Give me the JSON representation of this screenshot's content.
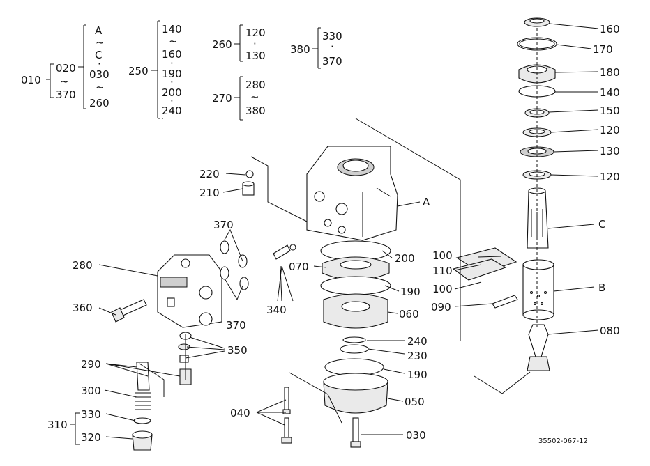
{
  "key": {
    "k010": {
      "code": "010",
      "members": [
        "020",
        "~",
        "370"
      ]
    },
    "k020": {
      "members": [
        "A",
        "~",
        "C",
        "·",
        "030",
        "~",
        "260"
      ]
    },
    "k250": {
      "code": "250",
      "members": [
        "140",
        "~",
        "160",
        "·",
        "190",
        "·",
        "200",
        "·",
        "240"
      ]
    },
    "k260": {
      "code": "260",
      "members": [
        "120",
        "·",
        "130"
      ]
    },
    "k270": {
      "code": "270",
      "members": [
        "280",
        "~",
        "380"
      ]
    },
    "k380": {
      "code": "380",
      "members": [
        "330",
        "·",
        "370"
      ]
    }
  },
  "parts": {
    "p160": "160",
    "p170": "170",
    "p180": "180",
    "p140": "140",
    "p150": "150",
    "p120a": "120",
    "p130": "130",
    "p120b": "120",
    "pC": "C",
    "pB": "B",
    "p080": "080",
    "p220": "220",
    "p210": "210",
    "pA": "A",
    "p200": "200",
    "p370a": "370",
    "p370b": "370",
    "p070": "070",
    "p190a": "190",
    "p060": "060",
    "p100a": "100",
    "p110": "110",
    "p100b": "100",
    "p090": "090",
    "p280": "280",
    "p360": "360",
    "p340": "340",
    "p350": "350",
    "p240": "240",
    "p230": "230",
    "p190b": "190",
    "p050": "050",
    "p290": "290",
    "p300": "300",
    "p310": "310",
    "p330": "330",
    "p320": "320",
    "p040": "040",
    "p030": "030"
  },
  "doc_number": "35502-067-12"
}
